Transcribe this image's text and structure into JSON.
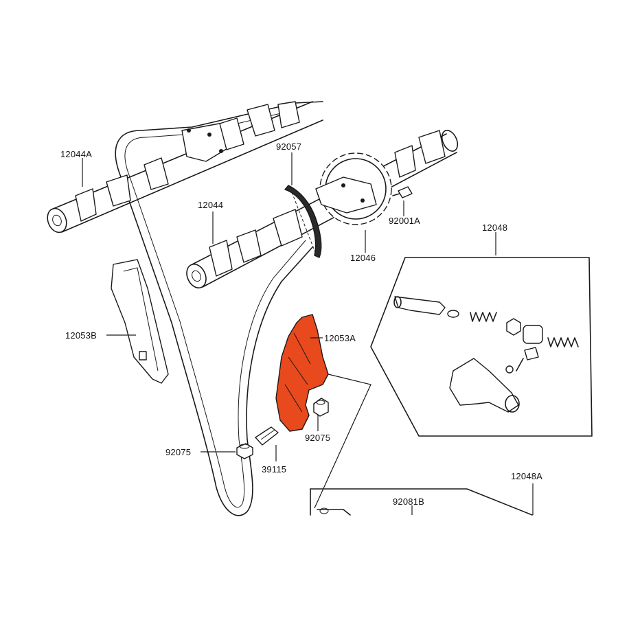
{
  "diagram": {
    "highlight_color": "#e8491d",
    "parts": {
      "camshaft_exhaust": "12044A",
      "camshaft_intake": "12044",
      "chain": "92057",
      "sprocket": "12046",
      "sprocket_bolt": "92001A",
      "tensioner_assy": "12048",
      "guide_rear": "12053B",
      "guide_front": "12053A",
      "collar_right": "92075",
      "collar_left": "92075",
      "bolt_pivot": "39115",
      "tensioner_assy_lower": "12048A",
      "tensioner_spring_ref": "92081B"
    }
  }
}
